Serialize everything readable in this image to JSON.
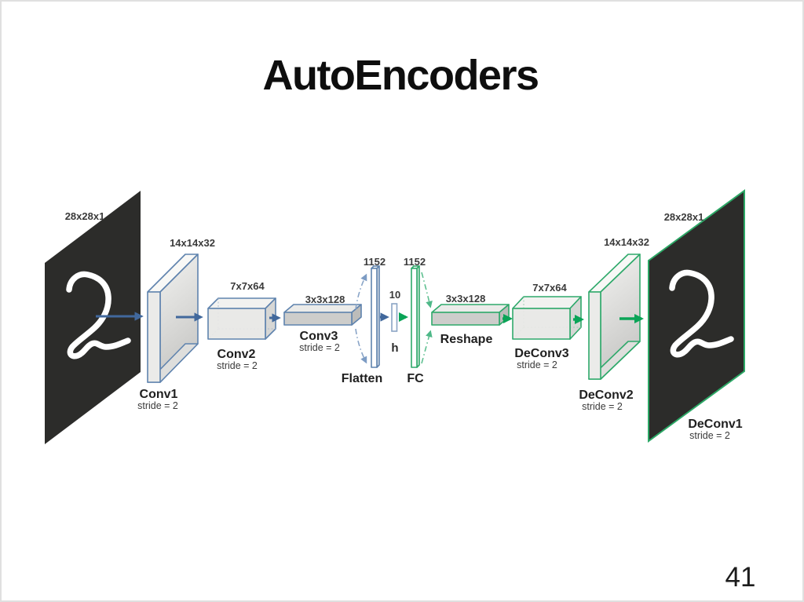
{
  "slide": {
    "title": "AutoEncoders",
    "page_number": "41"
  },
  "colors": {
    "encoder_edge_blue": "#5f83ae",
    "decoder_edge_green": "#2fa96b",
    "arrow_blue": "#41689c",
    "arrow_green": "#0aa457",
    "image_panel_dark": "#2c2c2a"
  },
  "diagram": {
    "input": {
      "dims": "28x28x1",
      "digit": "2"
    },
    "conv1": {
      "name": "Conv1",
      "stride": "stride = 2",
      "dims": "14x14x32"
    },
    "conv2": {
      "name": "Conv2",
      "stride": "stride = 2",
      "dims": "7x7x64"
    },
    "conv3": {
      "name": "Conv3",
      "stride": "stride = 2",
      "dims": "3x3x128"
    },
    "flatten": {
      "name": "Flatten",
      "size": "1152"
    },
    "latent": {
      "name": "h",
      "size": "10"
    },
    "fc": {
      "name": "FC",
      "size": "1152"
    },
    "reshape": {
      "name": "Reshape",
      "dims": "3x3x128"
    },
    "deconv3": {
      "name": "DeConv3",
      "stride": "stride = 2",
      "dims": "7x7x64"
    },
    "deconv2": {
      "name": "DeConv2",
      "stride": "stride = 2",
      "dims": "14x14x32"
    },
    "deconv1": {
      "name": "DeConv1",
      "stride": "stride = 2",
      "dims": "28x28x1"
    },
    "output": {
      "digit": "2"
    }
  }
}
